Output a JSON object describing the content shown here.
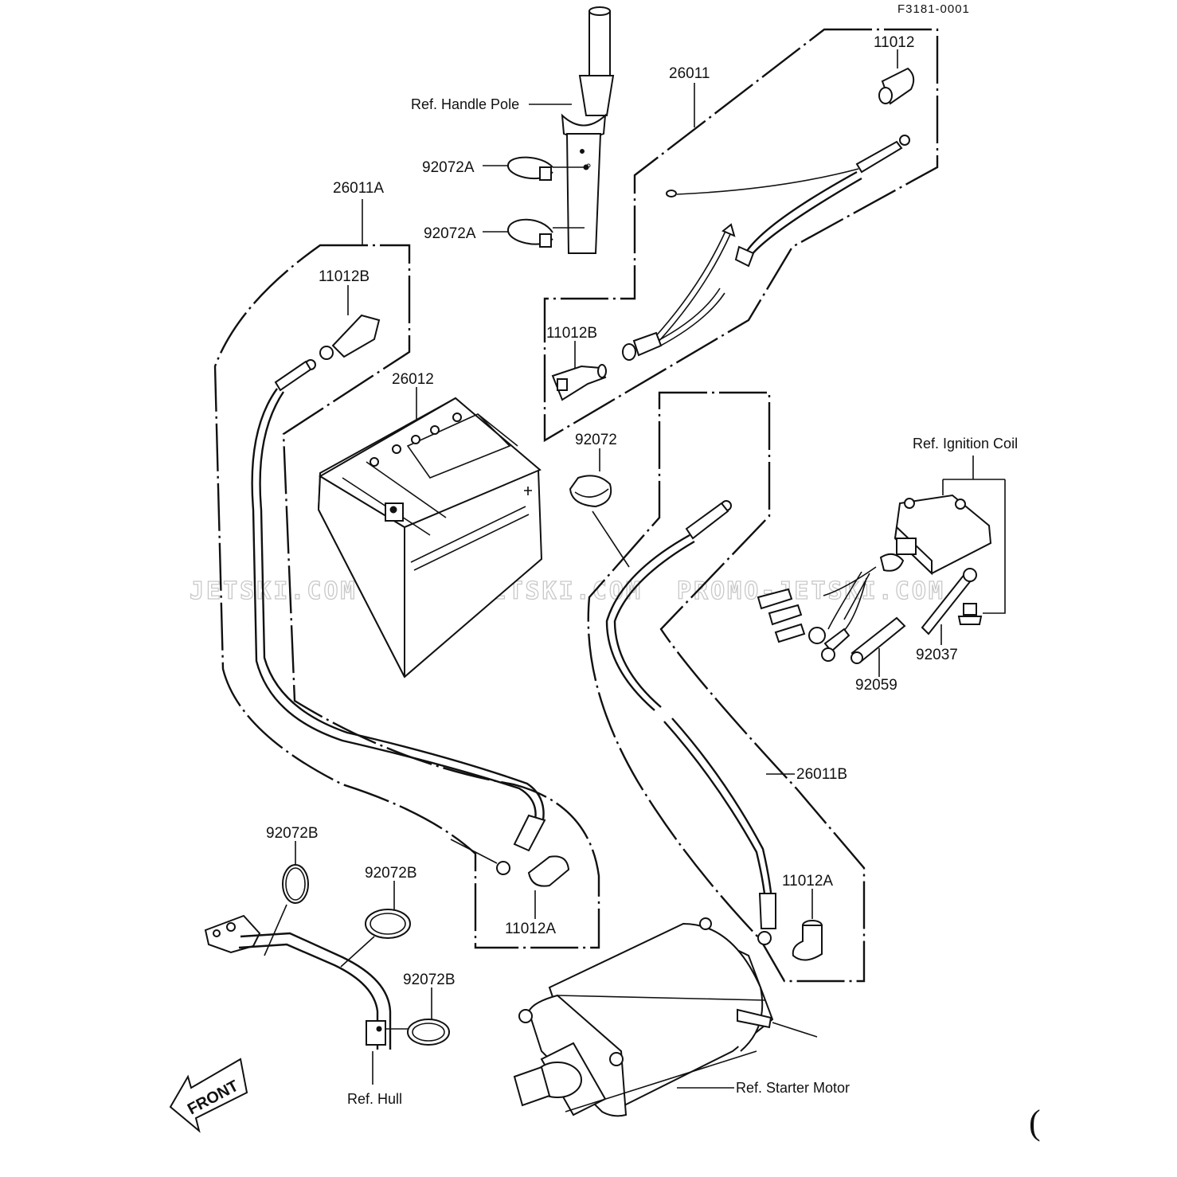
{
  "drawing_code": "F3181-0001",
  "watermarks": [
    "JETSKI.COM",
    "PROMO-JETSKI.COM",
    "PROMO-JETSKI.COM"
  ],
  "front_arrow_label": "FRONT",
  "references": {
    "handle_pole": "Ref. Handle Pole",
    "ignition_coil": "Ref. Ignition Coil",
    "hull": "Ref. Hull",
    "starter_motor": "Ref. Starter Motor"
  },
  "parts": {
    "p11012": "11012",
    "p26011": "26011",
    "p92072A_upper": "92072A",
    "p92072A_lower": "92072A",
    "p26011A": "26011A",
    "p11012B_left": "11012B",
    "p11012B_right": "11012B",
    "p26012": "26012",
    "p92072": "92072",
    "p92037": "92037",
    "p92059": "92059",
    "p26011B": "26011B",
    "p92072B_1": "92072B",
    "p92072B_2": "92072B",
    "p92072B_3": "92072B",
    "p11012A_left": "11012A",
    "p11012A_right": "11012A"
  },
  "corner_mark": "("
}
